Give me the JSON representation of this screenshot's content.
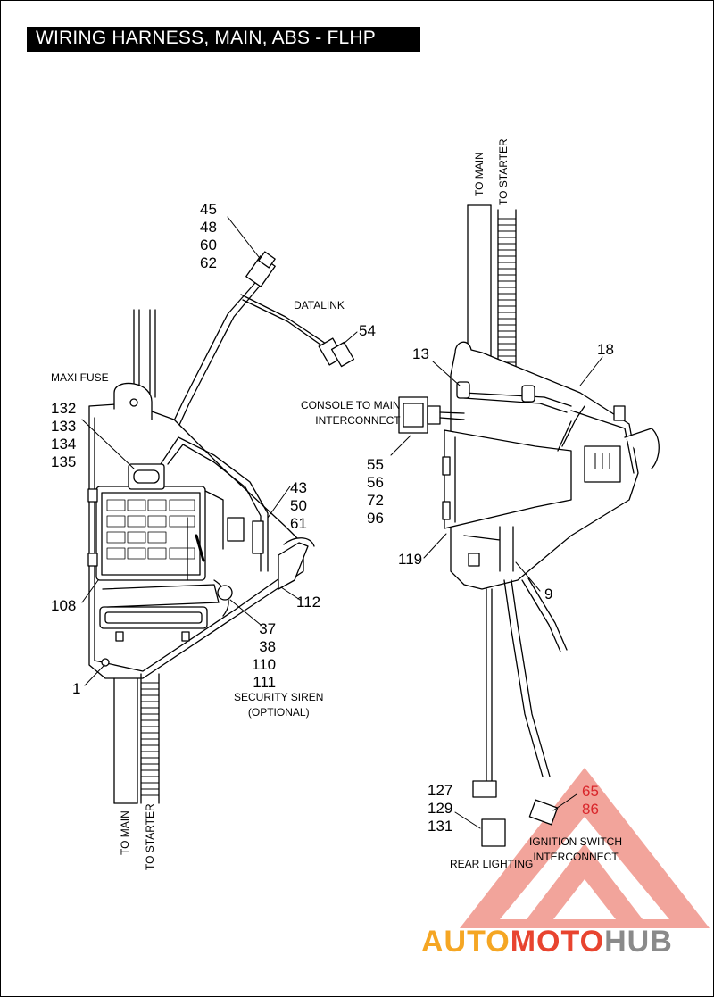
{
  "title": "WIRING HARNESS, MAIN, ABS - FLHP",
  "left_assembly": {
    "callout_45_62": [
      "45",
      "48",
      "60",
      "62"
    ],
    "datalink_label": "DATALINK",
    "callout_54": "54",
    "maxi_fuse_label": "MAXI FUSE",
    "callout_132_135": [
      "132",
      "133",
      "134",
      "135"
    ],
    "callout_43_61": [
      "43",
      "50",
      "61"
    ],
    "callout_108": "108",
    "callout_112": "112",
    "callout_37_111": [
      "37",
      "38",
      "110",
      "111"
    ],
    "callout_1": "1",
    "security_siren_label": [
      "SECURITY SIREN",
      "(OPTIONAL)"
    ],
    "to_main_label": "TO MAIN",
    "to_starter_label": "TO STARTER"
  },
  "right_assembly": {
    "to_main_label": "TO MAIN",
    "to_starter_label": "TO STARTER",
    "callout_13": "13",
    "callout_18": "18",
    "console_label": [
      "CONSOLE TO MAIN",
      "INTERCONNECT"
    ],
    "callout_55_96": [
      "55",
      "56",
      "72",
      "96"
    ],
    "callout_119": "119",
    "callout_9": "9",
    "callout_127_131": [
      "127",
      "129",
      "131"
    ],
    "rear_lighting_label": "REAR LIGHTING",
    "callout_65_86": [
      "65",
      "86"
    ],
    "ignition_label": [
      "IGNITION SWITCH",
      "INTERCONNECT"
    ]
  },
  "watermark": {
    "part1": "AUTO",
    "part2": "MOTO",
    "part3": "HUB",
    "color_orange": "#f5a623",
    "color_red": "#e8442f",
    "color_gray": "#8a8a8a"
  }
}
